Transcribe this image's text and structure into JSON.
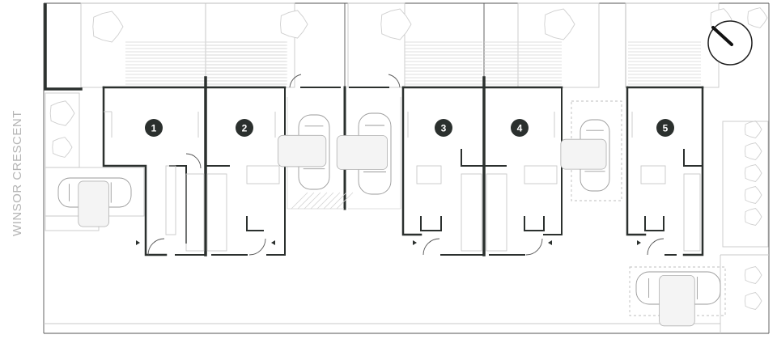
{
  "street_label": "WINSOR CRESCENT",
  "units": [
    {
      "id": "unit-1",
      "label": "1"
    },
    {
      "id": "unit-2",
      "label": "2"
    },
    {
      "id": "unit-3",
      "label": "3"
    },
    {
      "id": "unit-4",
      "label": "4"
    },
    {
      "id": "unit-5",
      "label": "5"
    }
  ],
  "icons": {
    "north": "north-arrow-icon",
    "tree": "tree-icon",
    "car": "car-icon"
  },
  "colors": {
    "wall": "#2b302e",
    "badge": "#2b302e",
    "label": "#b5b5b5",
    "landscape": "#cfcfcf"
  }
}
